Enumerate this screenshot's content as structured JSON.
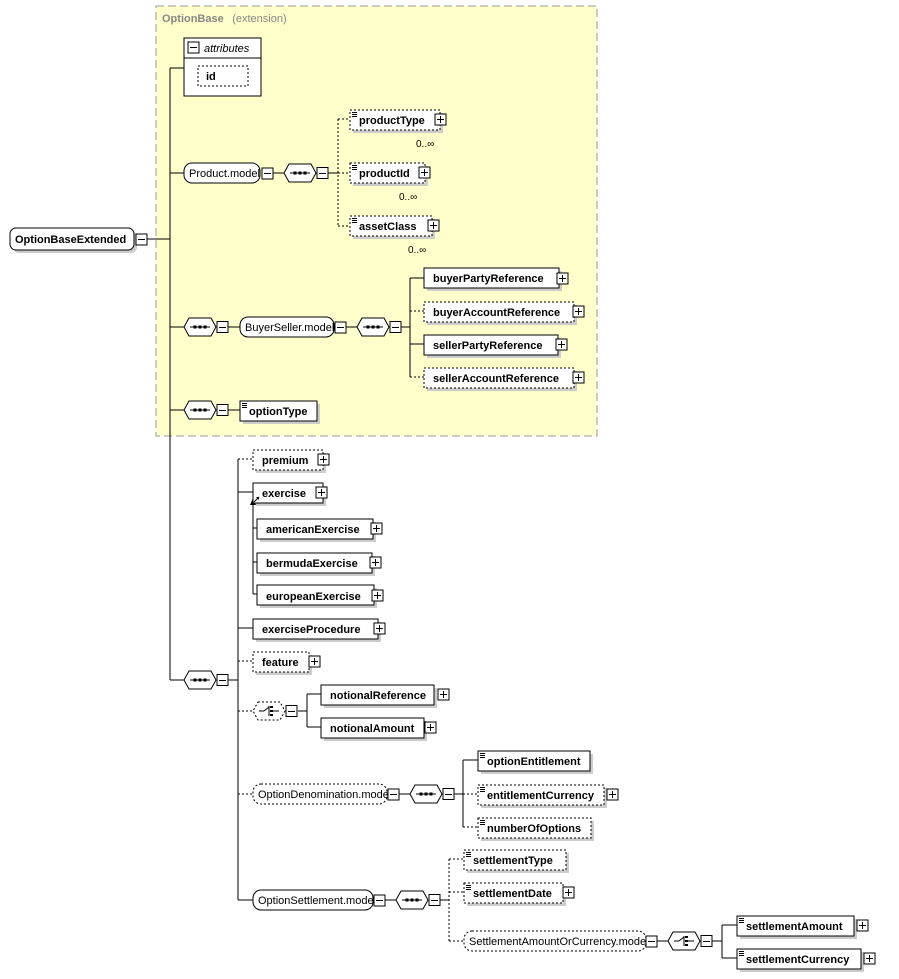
{
  "extension": {
    "name": "OptionBase",
    "note": "(extension)"
  },
  "root": {
    "label": "OptionBaseExtended"
  },
  "attributes": {
    "label": "attributes",
    "items": [
      "id"
    ]
  },
  "product_model": {
    "label": "Product.model",
    "children": [
      {
        "label": "productType",
        "cardinality": "0..∞"
      },
      {
        "label": "productId",
        "cardinality": "0..∞"
      },
      {
        "label": "assetClass",
        "cardinality": "0..∞"
      }
    ]
  },
  "buyer_seller_model": {
    "label": "BuyerSeller.model",
    "children": [
      {
        "label": "buyerPartyReference"
      },
      {
        "label": "buyerAccountReference"
      },
      {
        "label": "sellerPartyReference"
      },
      {
        "label": "sellerAccountReference"
      }
    ]
  },
  "option_type": {
    "label": "optionType"
  },
  "premium": {
    "label": "premium"
  },
  "exercise": {
    "label": "exercise",
    "substitutes": [
      {
        "label": "americanExercise"
      },
      {
        "label": "bermudaExercise"
      },
      {
        "label": "europeanExercise"
      }
    ]
  },
  "exercise_procedure": {
    "label": "exerciseProcedure"
  },
  "feature": {
    "label": "feature"
  },
  "notional_choice": {
    "children": [
      {
        "label": "notionalReference"
      },
      {
        "label": "notionalAmount"
      }
    ]
  },
  "option_denomination_model": {
    "label": "OptionDenomination.model",
    "children": [
      {
        "label": "optionEntitlement"
      },
      {
        "label": "entitlementCurrency"
      },
      {
        "label": "numberOfOptions"
      }
    ]
  },
  "option_settlement_model": {
    "label": "OptionSettlement.model",
    "children": [
      {
        "label": "settlementType"
      },
      {
        "label": "settlementDate"
      }
    ]
  },
  "settlement_amount_or_currency_model": {
    "label": "SettlementAmountOrCurrency.model",
    "children": [
      {
        "label": "settlementAmount"
      },
      {
        "label": "settlementCurrency"
      }
    ]
  },
  "colors": {
    "extension_fill": "#ffffcc",
    "extension_border": "#999999",
    "shadow": "#cccccc",
    "line": "#000000"
  }
}
